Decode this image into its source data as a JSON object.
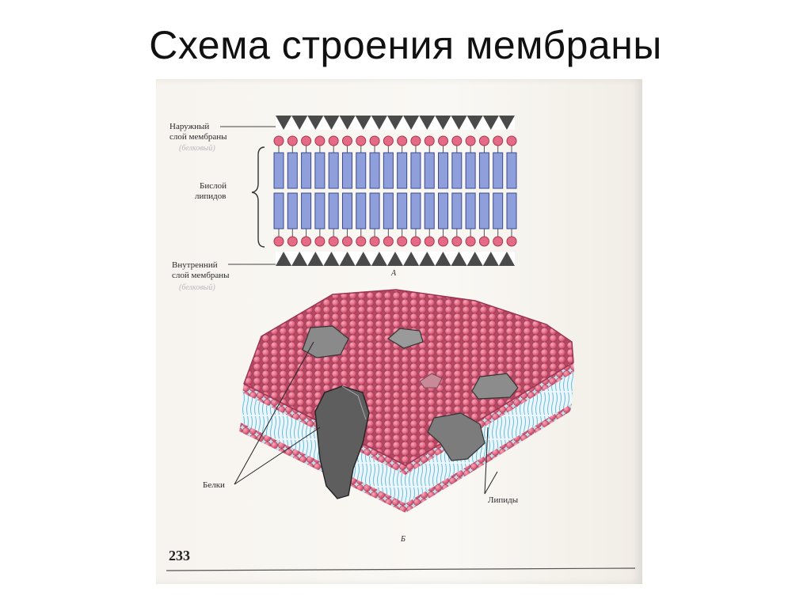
{
  "slide": {
    "title": "Схема строения мембраны"
  },
  "figure_a": {
    "outer_layer_label": [
      "Наружный",
      "слой мембраны"
    ],
    "outer_layer_note": "(белковый)",
    "bilayer_label": [
      "Бислой",
      "липидов"
    ],
    "inner_layer_label": [
      "Внутренний",
      "слой мембраны"
    ],
    "inner_layer_note": "(белковый)",
    "panel_letter": "А",
    "lipid_count": 18,
    "protein_triangle_count": 15
  },
  "figure_b": {
    "proteins_label": "Белки",
    "lipids_label": "Липиды",
    "panel_letter": "Б"
  },
  "page_number": "233",
  "colors": {
    "lipid_head": "#e56a86",
    "lipid_head_stroke": "#a8364f",
    "lipid_tail": "#8f9fdc",
    "lipid_tail_stroke": "#3b4a8c",
    "protein_triangle": "#4a4a4a",
    "surface_pink": "#e56a86",
    "tail_blue": "#a9dced",
    "protein_gray": "#6e6e6e"
  }
}
